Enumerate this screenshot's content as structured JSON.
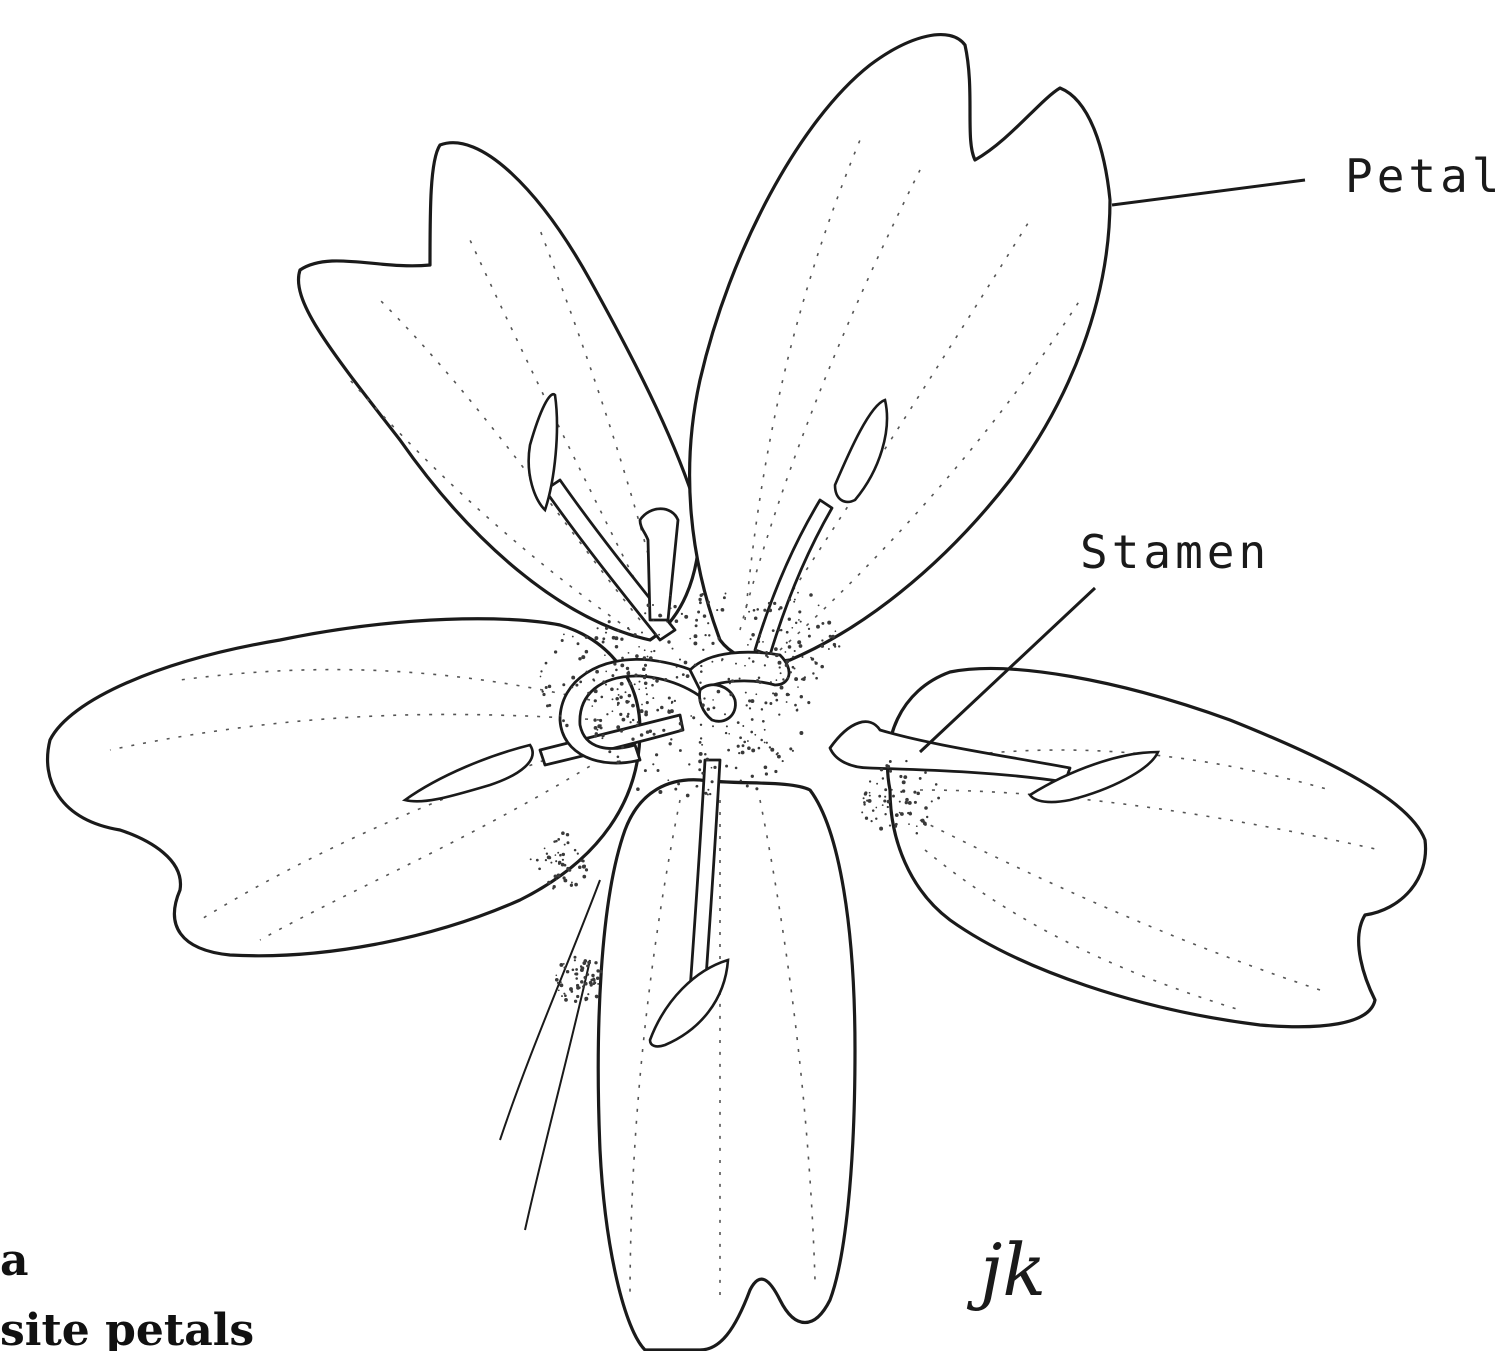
{
  "labels": {
    "petal": "Petal",
    "stamen": "Stamen"
  },
  "signature": "jk",
  "caption": {
    "line1": "a",
    "line2": "site petals"
  }
}
